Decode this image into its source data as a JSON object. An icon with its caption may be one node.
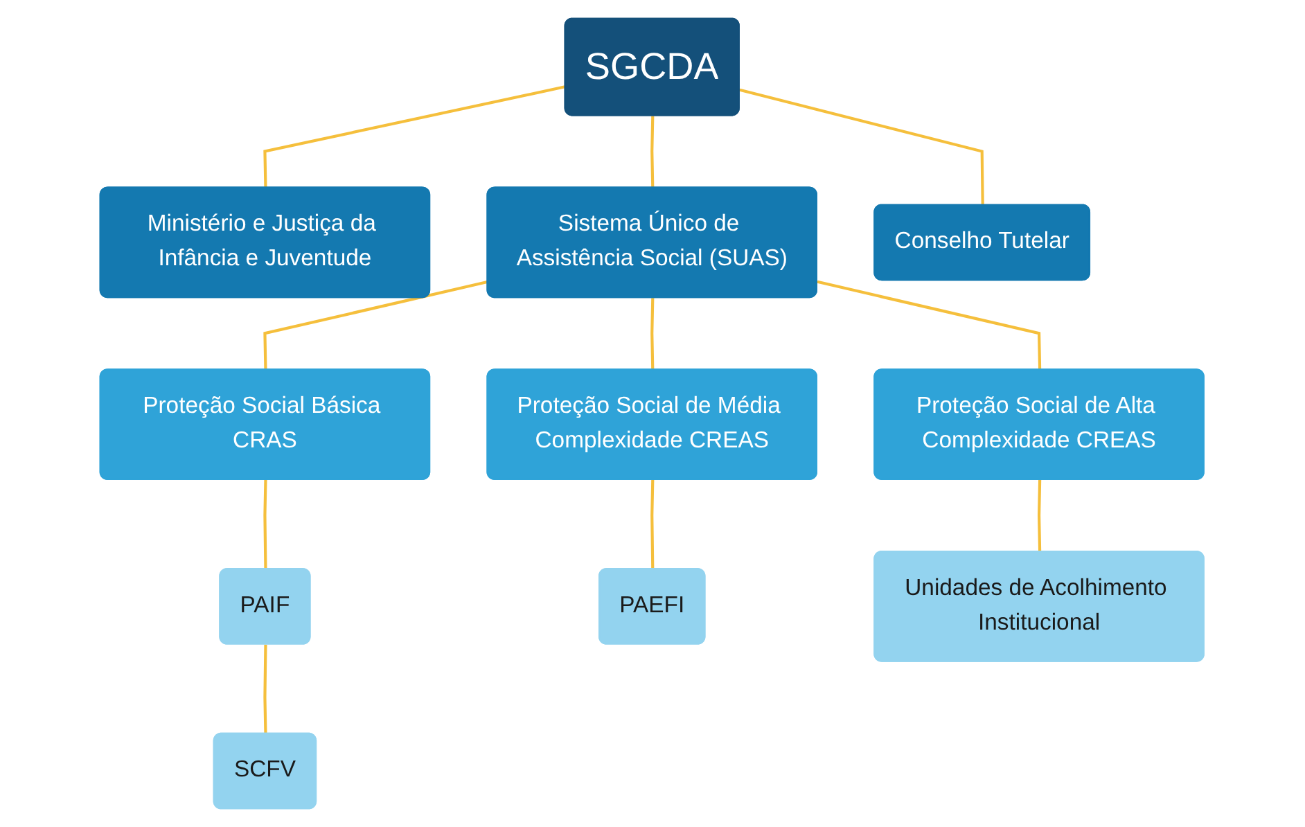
{
  "diagram": {
    "nodes": [
      {
        "text": [
          "SGCDA"
        ]
      },
      {
        "text": [
          "Ministério e Justiça da Infância e Juventude"
        ]
      },
      {
        "text": [
          "Sistema Único de Assistência Social (SUAS)"
        ]
      },
      {
        "text": [
          "Conselho Tutelar"
        ]
      },
      {
        "text": [
          "Proteção Social Básica CRAS"
        ]
      },
      {
        "text": [
          "Proteção Social de Média Complexidade CREAS"
        ]
      },
      {
        "text": [
          "Proteção Social de Alta Complexidade CREAS"
        ]
      },
      {
        "text": [
          "PAIF"
        ]
      },
      {
        "text": [
          "SCFV"
        ]
      },
      {
        "text": [
          "PAEFI"
        ]
      },
      {
        "text": [
          "Unidades de Acolhimento Institucional"
        ]
      }
    ],
    "edges": [
      {
        "from": 0,
        "to": 1,
        "arrow": "none"
      },
      {
        "from": 0,
        "to": 2,
        "arrow": "none"
      },
      {
        "from": 0,
        "to": 3,
        "arrow": "none"
      },
      {
        "from": 2,
        "to": 4,
        "arrow": "none"
      },
      {
        "from": 2,
        "to": 5,
        "arrow": "none"
      },
      {
        "from": 2,
        "to": 6,
        "arrow": "none"
      },
      {
        "from": 4,
        "to": 7,
        "arrow": "none"
      },
      {
        "from": 7,
        "to": 8,
        "arrow": "none"
      },
      {
        "from": 5,
        "to": 9,
        "arrow": "none"
      },
      {
        "from": 6,
        "to": 10,
        "arrow": "none"
      }
    ]
  }
}
